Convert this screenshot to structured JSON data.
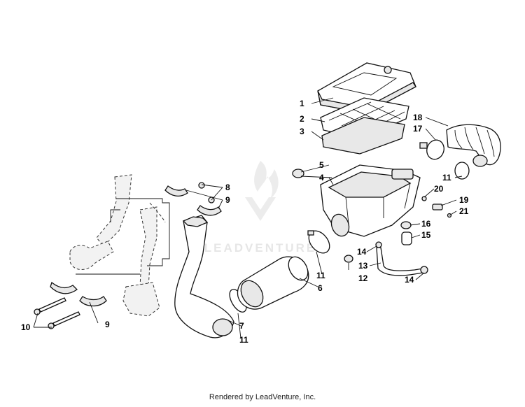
{
  "callouts": {
    "c1": "1",
    "c2": "2",
    "c3": "3",
    "c4": "4",
    "c5": "5",
    "c6": "6",
    "c7": "7",
    "c8": "8",
    "c9a": "9",
    "c9b": "9",
    "c10": "10",
    "c11a": "11",
    "c11b": "11",
    "c11c": "11",
    "c12": "12",
    "c13": "13",
    "c14a": "14",
    "c14b": "14",
    "c15": "15",
    "c16": "16",
    "c17": "17",
    "c18": "18",
    "c19": "19",
    "c20": "20",
    "c21": "21"
  },
  "watermark": {
    "brand": "LEADVENTURE"
  },
  "footer": {
    "text": "Rendered by LeadVenture, Inc."
  }
}
